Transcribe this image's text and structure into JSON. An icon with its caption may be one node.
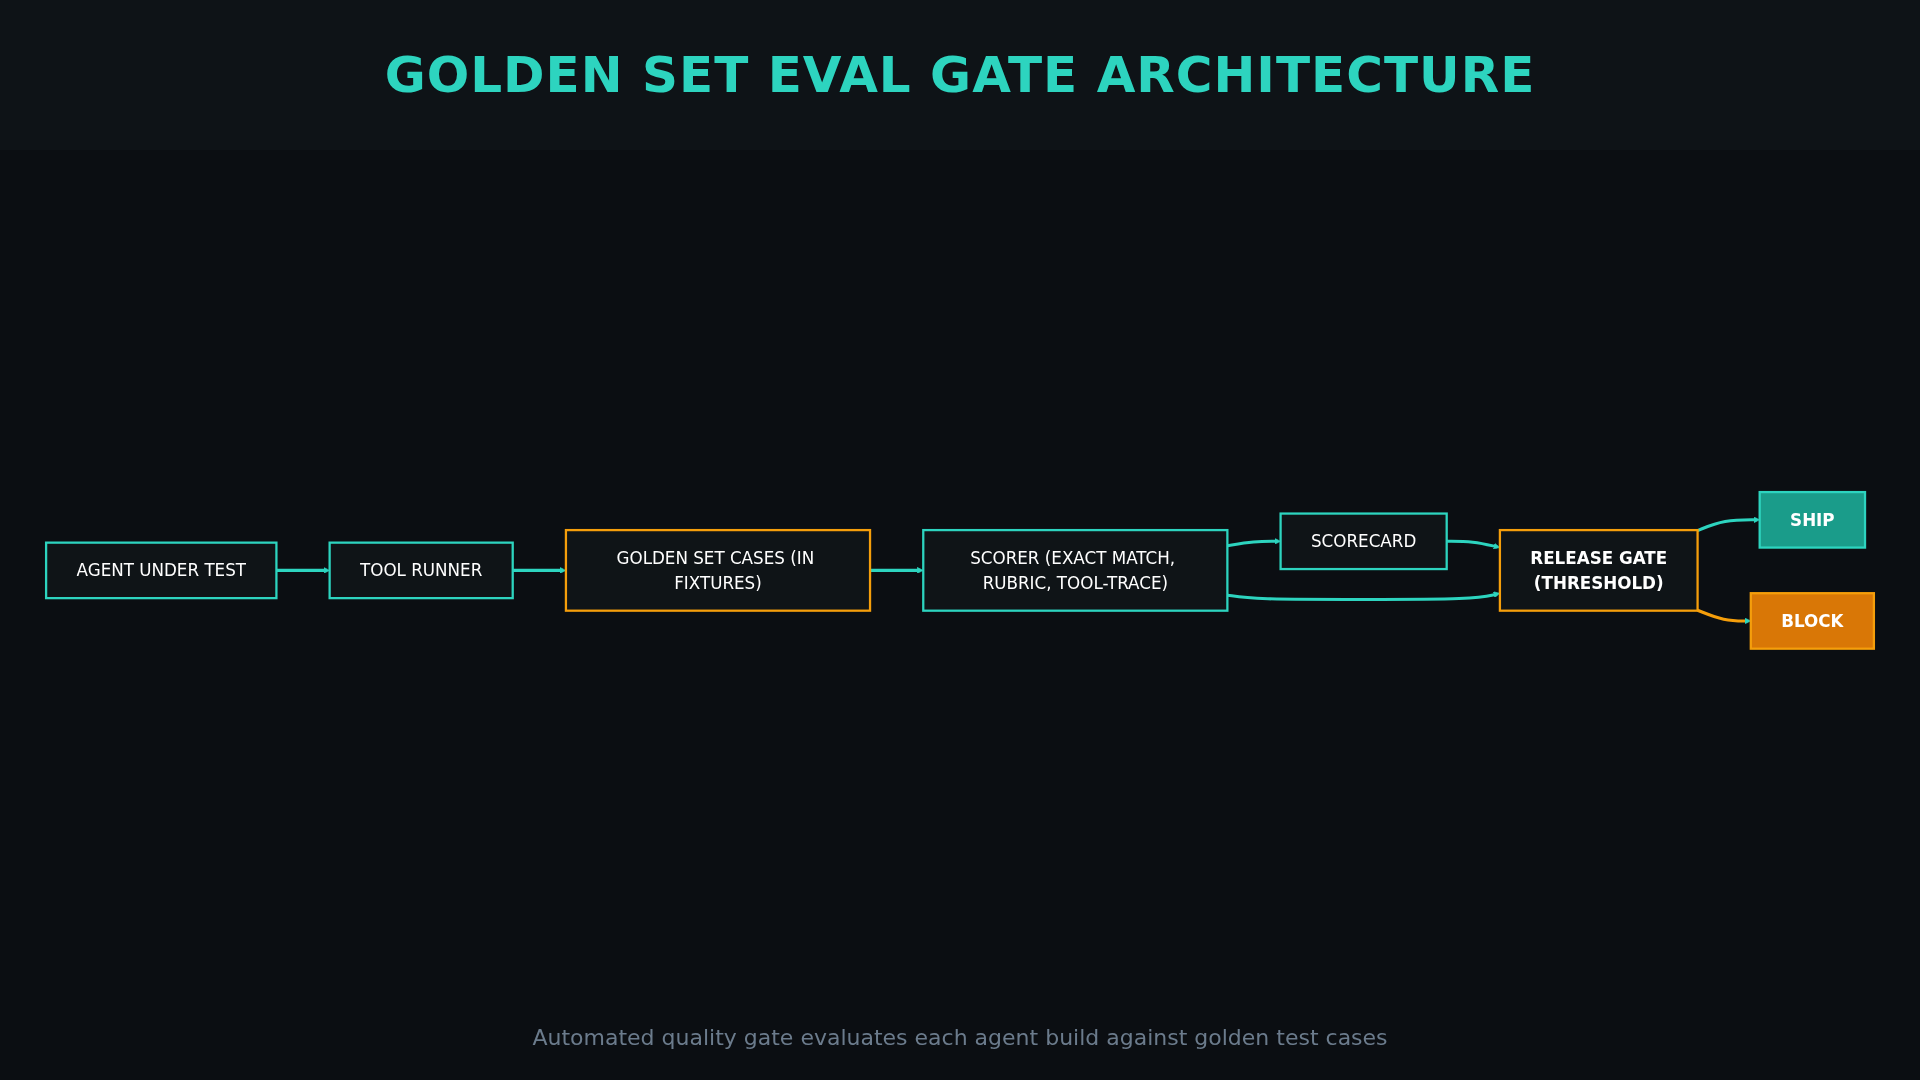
{
  "diagram": {
    "title": "GOLDEN SET EVAL GATE ARCHITECTURE",
    "caption": "Automated quality gate evaluates each agent build against golden test cases",
    "nodes": [
      {
        "text": [
          "AGENT UNDER TEST"
        ]
      },
      {
        "text": [
          "TOOL RUNNER"
        ]
      },
      {
        "text": [
          "GOLDEN SET CASES (IN FIXTURES)"
        ]
      },
      {
        "text": [
          "SCORER (EXACT MATCH, RUBRIC, TOOL-TRACE)"
        ]
      },
      {
        "text": [
          "SCORECARD"
        ]
      },
      {
        "text": [
          "RELEASE GATE",
          "(THRESHOLD)"
        ]
      },
      {
        "text": [
          "SHIP"
        ]
      },
      {
        "text": [
          "BLOCK"
        ]
      }
    ],
    "edges": [
      {
        "from": 0,
        "to": 1,
        "arrow": "to"
      },
      {
        "from": 1,
        "to": 2,
        "arrow": "to"
      },
      {
        "from": 2,
        "to": 3,
        "arrow": "to"
      },
      {
        "from": 3,
        "to": 4,
        "arrow": "to"
      },
      {
        "from": 4,
        "to": 5,
        "arrow": "to"
      },
      {
        "from": 3,
        "to": 5,
        "arrow": "to"
      },
      {
        "from": 5,
        "to": 6,
        "arrow": "to"
      },
      {
        "from": 5,
        "to": 7,
        "arrow": "to",
        "color": "#f59e0b"
      }
    ]
  }
}
